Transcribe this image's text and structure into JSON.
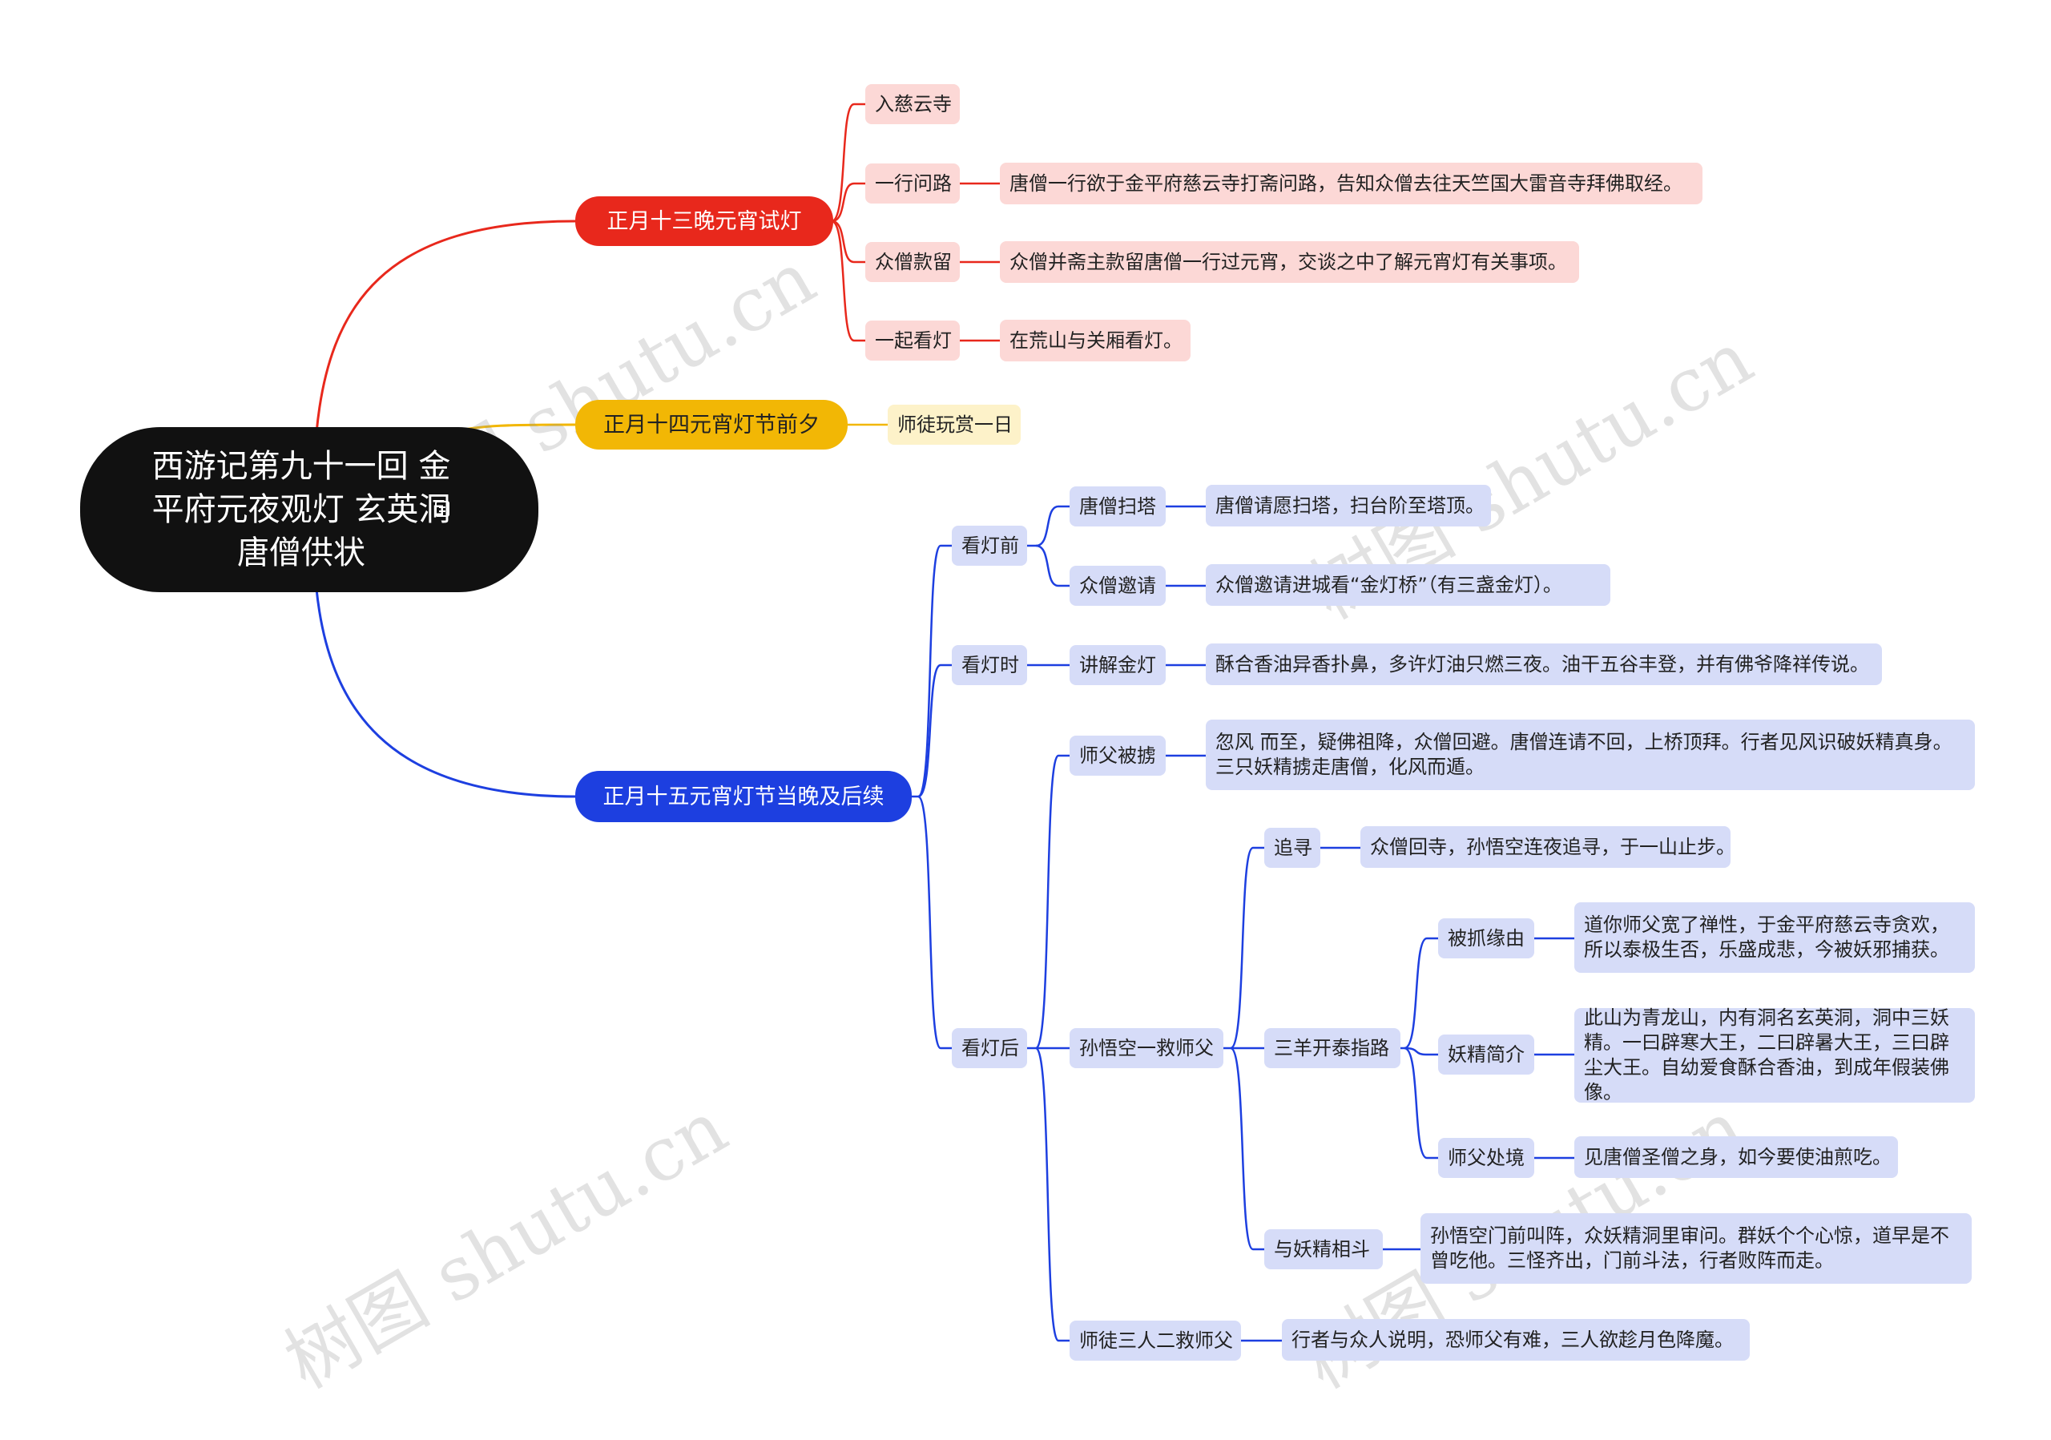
{
  "root": {
    "title": "西游记第九十一回 金平府元夜观灯 玄英洞唐僧供状",
    "note_icon": "note-icon"
  },
  "branches": {
    "b1": {
      "label": "正月十三晚元宵试灯",
      "color": "#e8281c",
      "items": [
        {
          "label": "入慈云寺"
        },
        {
          "label": "一行问路",
          "detail": "唐僧一行欲于金平府慈云寺打斋问路，告知众僧去往天竺国大雷音寺拜佛取经。"
        },
        {
          "label": "众僧款留",
          "detail": "众僧并斋主款留唐僧一行过元宵，交谈之中了解元宵灯有关事项。"
        },
        {
          "label": "一起看灯",
          "detail": "在荒山与关厢看灯。"
        }
      ]
    },
    "b2": {
      "label": "正月十四元宵灯节前夕",
      "color": "#f2b705",
      "items": [
        {
          "label": "师徒玩赏一日"
        }
      ]
    },
    "b3": {
      "label": "正月十五元宵灯节当晚及后续",
      "color": "#1d3fe0",
      "before": {
        "label": "看灯前",
        "items": [
          {
            "label": "唐僧扫塔",
            "detail": "唐僧请愿扫塔，扫台阶至塔顶。"
          },
          {
            "label": "众僧邀请",
            "detail": "众僧邀请进城看“金灯桥”（有三盏金灯）。"
          }
        ]
      },
      "during": {
        "label": "看灯时",
        "items": [
          {
            "label": "讲解金灯",
            "detail": "酥合香油异香扑鼻，多许灯油只燃三夜。油干五谷丰登，并有佛爷降祥传说。"
          }
        ]
      },
      "after": {
        "label": "看灯后",
        "kidnap": {
          "label": "师父被掳",
          "detail": "忽风 而至，疑佛祖降，众僧回避。唐僧连请不回，上桥顶拜。行者见风识破妖精真身。三只妖精掳走唐僧，化风而遁。"
        },
        "rescue1": {
          "label": "孙悟空一救师父",
          "search": {
            "label": "追寻",
            "detail": "众僧回寺，孙悟空连夜追寻，于一山止步。"
          },
          "guide": {
            "label": "三羊开泰指路",
            "items": [
              {
                "label": "被抓缘由",
                "detail": "道你师父宽了禅性，于金平府慈云寺贪欢，所以泰极生否，乐盛成悲，今被妖邪捕获。"
              },
              {
                "label": "妖精简介",
                "detail": "此山为青龙山，内有洞名玄英洞，洞中三妖精。一曰辟寒大王，二曰辟暑大王，三曰辟尘大王。自幼爱食酥合香油，到成年假装佛像。"
              },
              {
                "label": "师父处境",
                "detail": "见唐僧圣僧之身，如今要使油煎吃。"
              }
            ]
          },
          "fight": {
            "label": "与妖精相斗",
            "detail": "孙悟空门前叫阵，众妖精洞里审问。群妖个个心惊，道早是不曾吃他。三怪齐出，门前斗法，行者败阵而走。"
          }
        },
        "rescue2": {
          "label": "师徒三人二救师父",
          "detail": "行者与众人说明，恐师父有难，三人欲趁月色降魔。"
        }
      }
    }
  },
  "watermark": "树图 shutu.cn"
}
